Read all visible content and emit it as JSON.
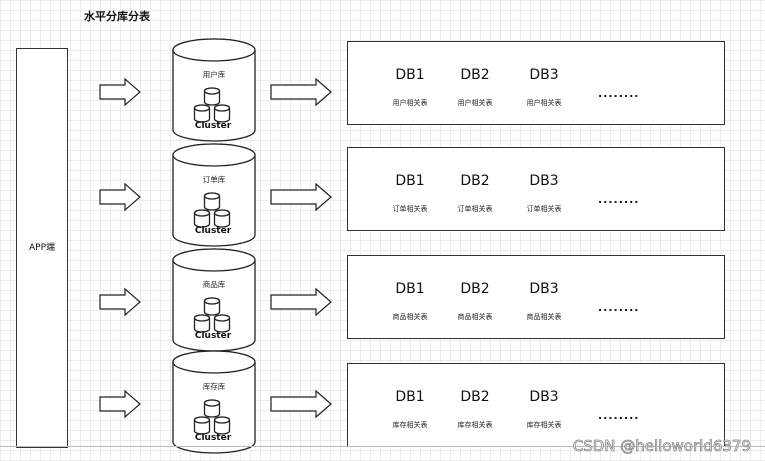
{
  "title": "水平分库分表",
  "app": {
    "label": "APP端"
  },
  "cluster_caption": "Cluster",
  "rows": [
    {
      "cluster_name": "用户库",
      "dbs": [
        {
          "name": "DB1",
          "desc": "用户相关表"
        },
        {
          "name": "DB2",
          "desc": "用户相关表"
        },
        {
          "name": "DB3",
          "desc": "用户相关表"
        }
      ],
      "more": "........"
    },
    {
      "cluster_name": "订单库",
      "dbs": [
        {
          "name": "DB1",
          "desc": "订单相关表"
        },
        {
          "name": "DB2",
          "desc": "订单相关表"
        },
        {
          "name": "DB3",
          "desc": "订单相关表"
        }
      ],
      "more": "........"
    },
    {
      "cluster_name": "商品库",
      "dbs": [
        {
          "name": "DB1",
          "desc": "商品相关表"
        },
        {
          "name": "DB2",
          "desc": "商品相关表"
        },
        {
          "name": "DB3",
          "desc": "商品相关表"
        }
      ],
      "more": "........"
    },
    {
      "cluster_name": "库存库",
      "dbs": [
        {
          "name": "DB1",
          "desc": "库存相关表"
        },
        {
          "name": "DB2",
          "desc": "库存相关表"
        },
        {
          "name": "DB3",
          "desc": "库存相关表"
        }
      ],
      "more": "........"
    }
  ],
  "watermark": "CSDN @helloworld6379"
}
